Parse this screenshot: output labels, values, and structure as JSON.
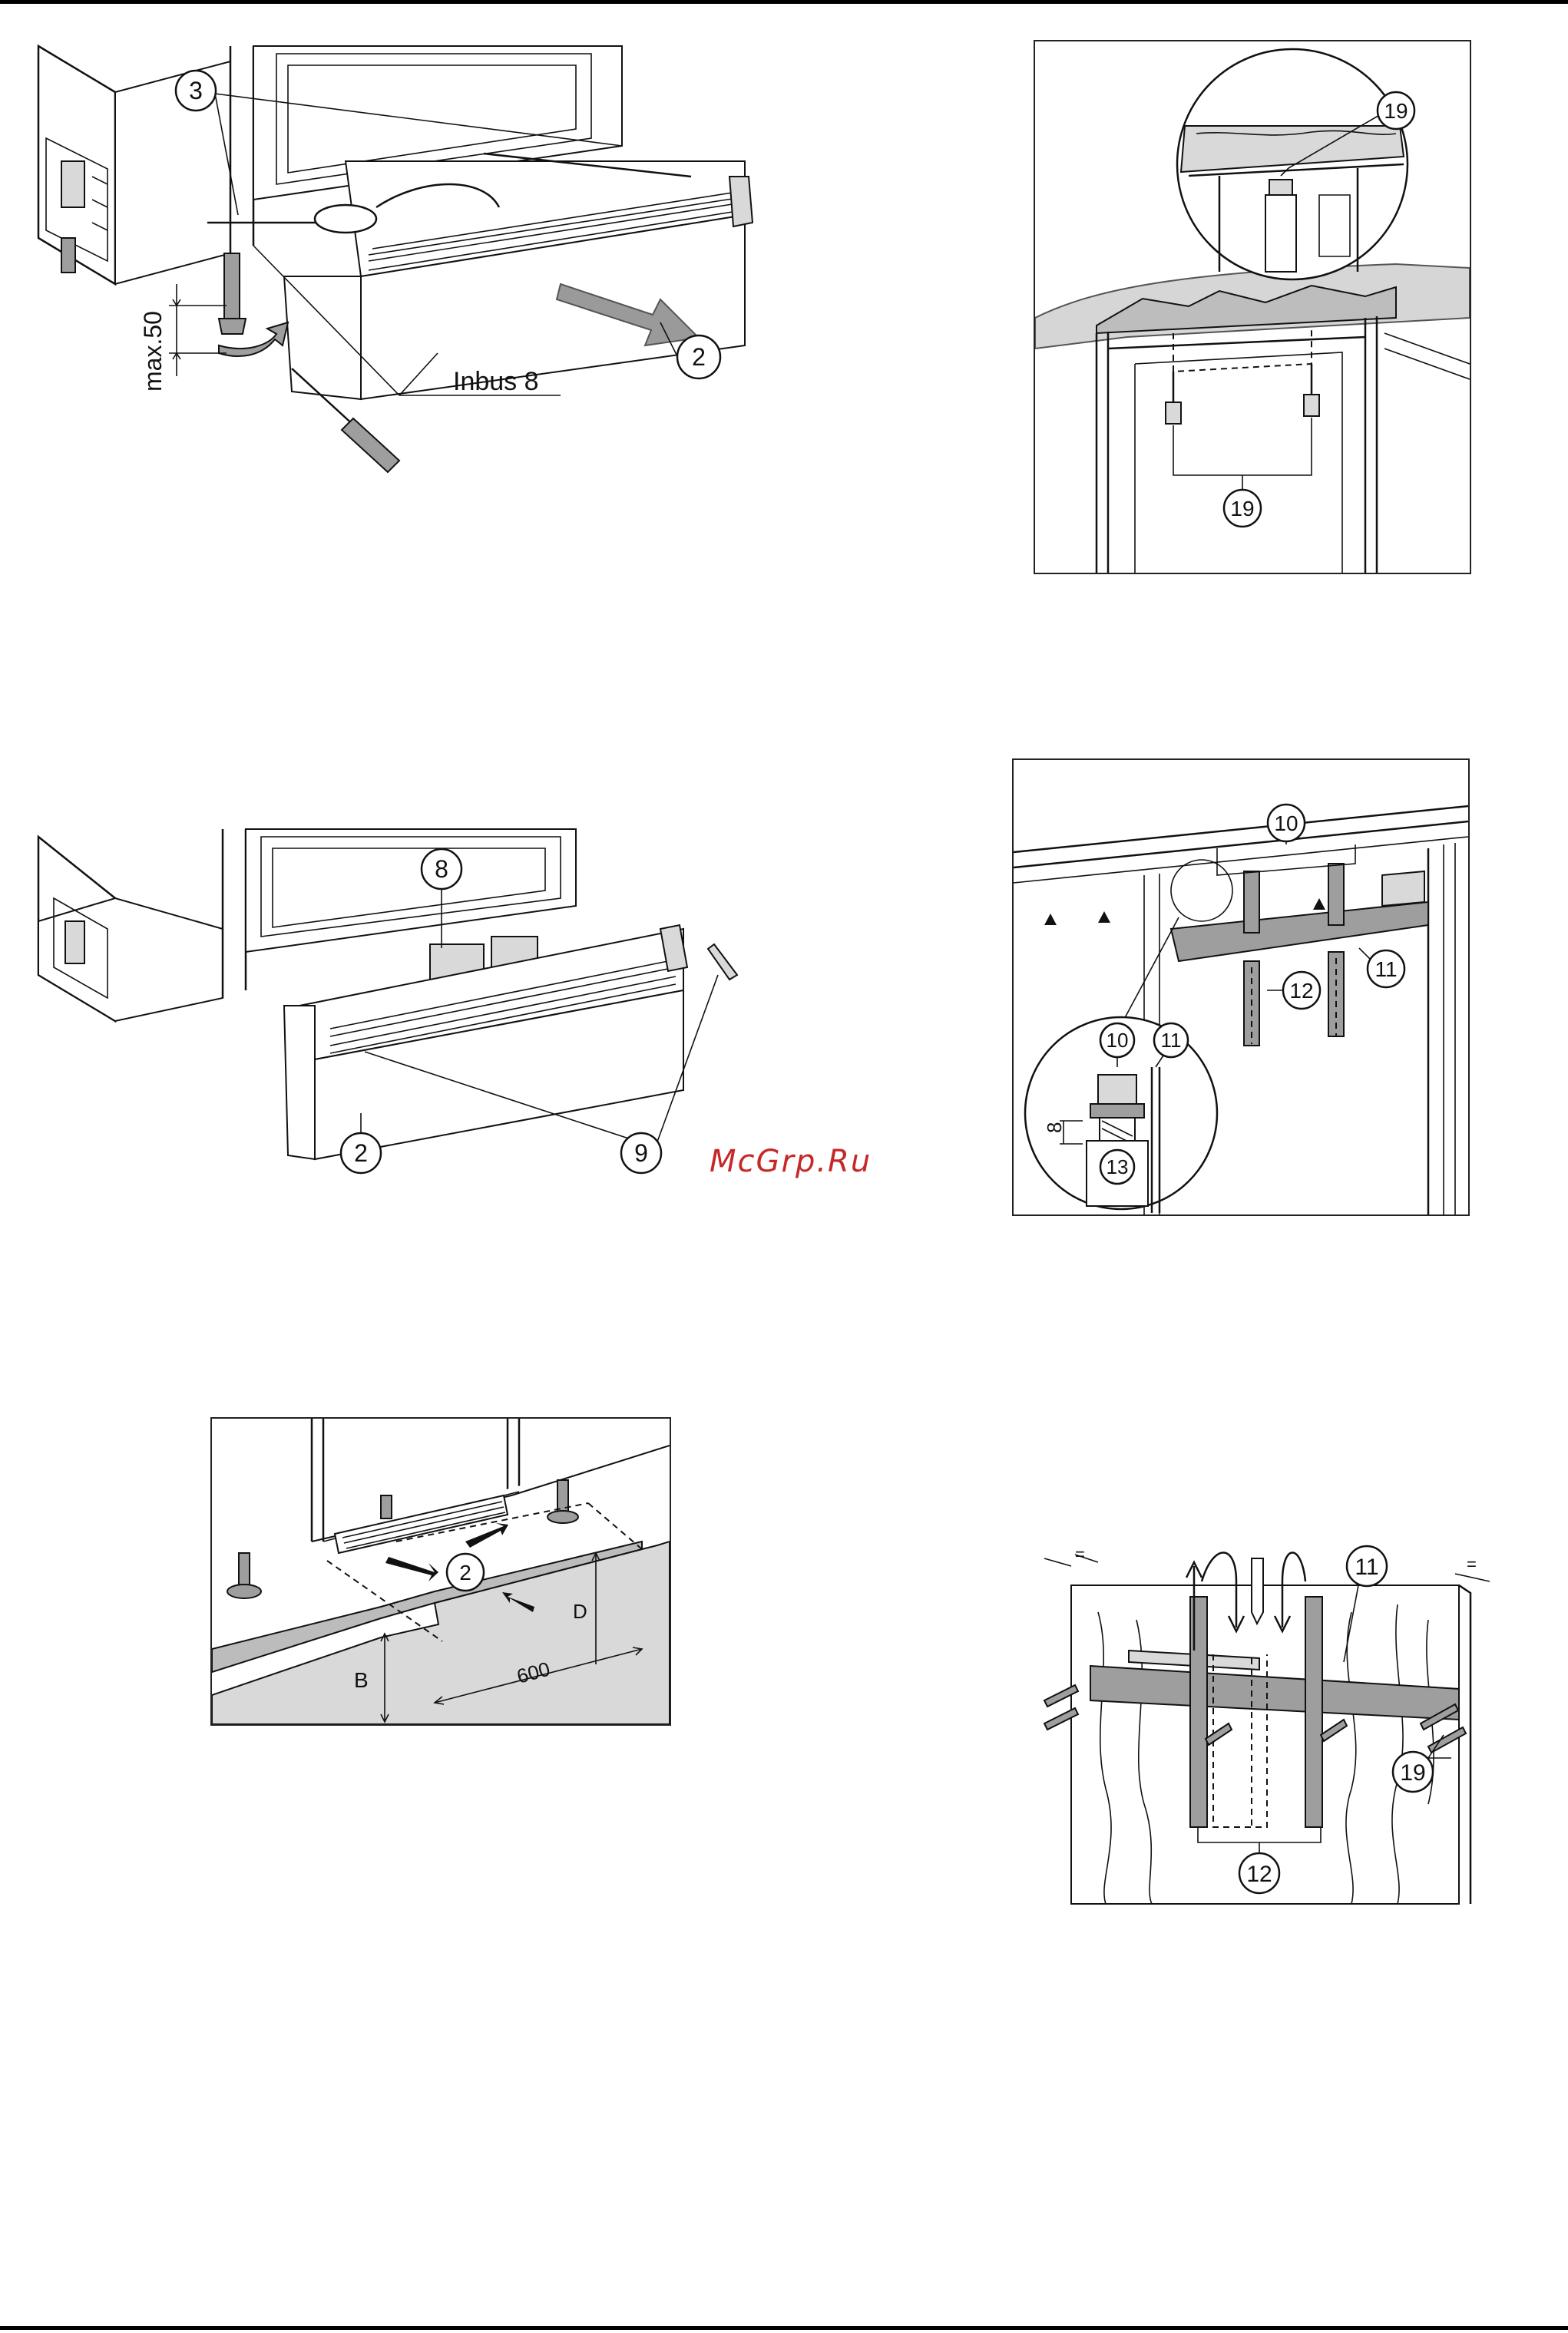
{
  "figures": {
    "fig1": {
      "callouts": [
        "3",
        "2"
      ],
      "labels": {
        "max": "max.50",
        "tool": "Inbus 8"
      }
    },
    "fig2": {
      "callouts": [
        "19",
        "19"
      ]
    },
    "fig3": {
      "callouts": [
        "8",
        "2",
        "9"
      ]
    },
    "fig4": {
      "callouts": [
        "10",
        "11",
        "12",
        "10",
        "11",
        "13"
      ],
      "labels": {
        "dim": "8"
      }
    },
    "fig5": {
      "callouts": [
        "2"
      ],
      "labels": {
        "b": "B",
        "d": "D",
        "width": "600"
      }
    },
    "fig6": {
      "callouts": [
        "11",
        "12",
        "19"
      ]
    }
  },
  "watermark": "McGrp.Ru"
}
